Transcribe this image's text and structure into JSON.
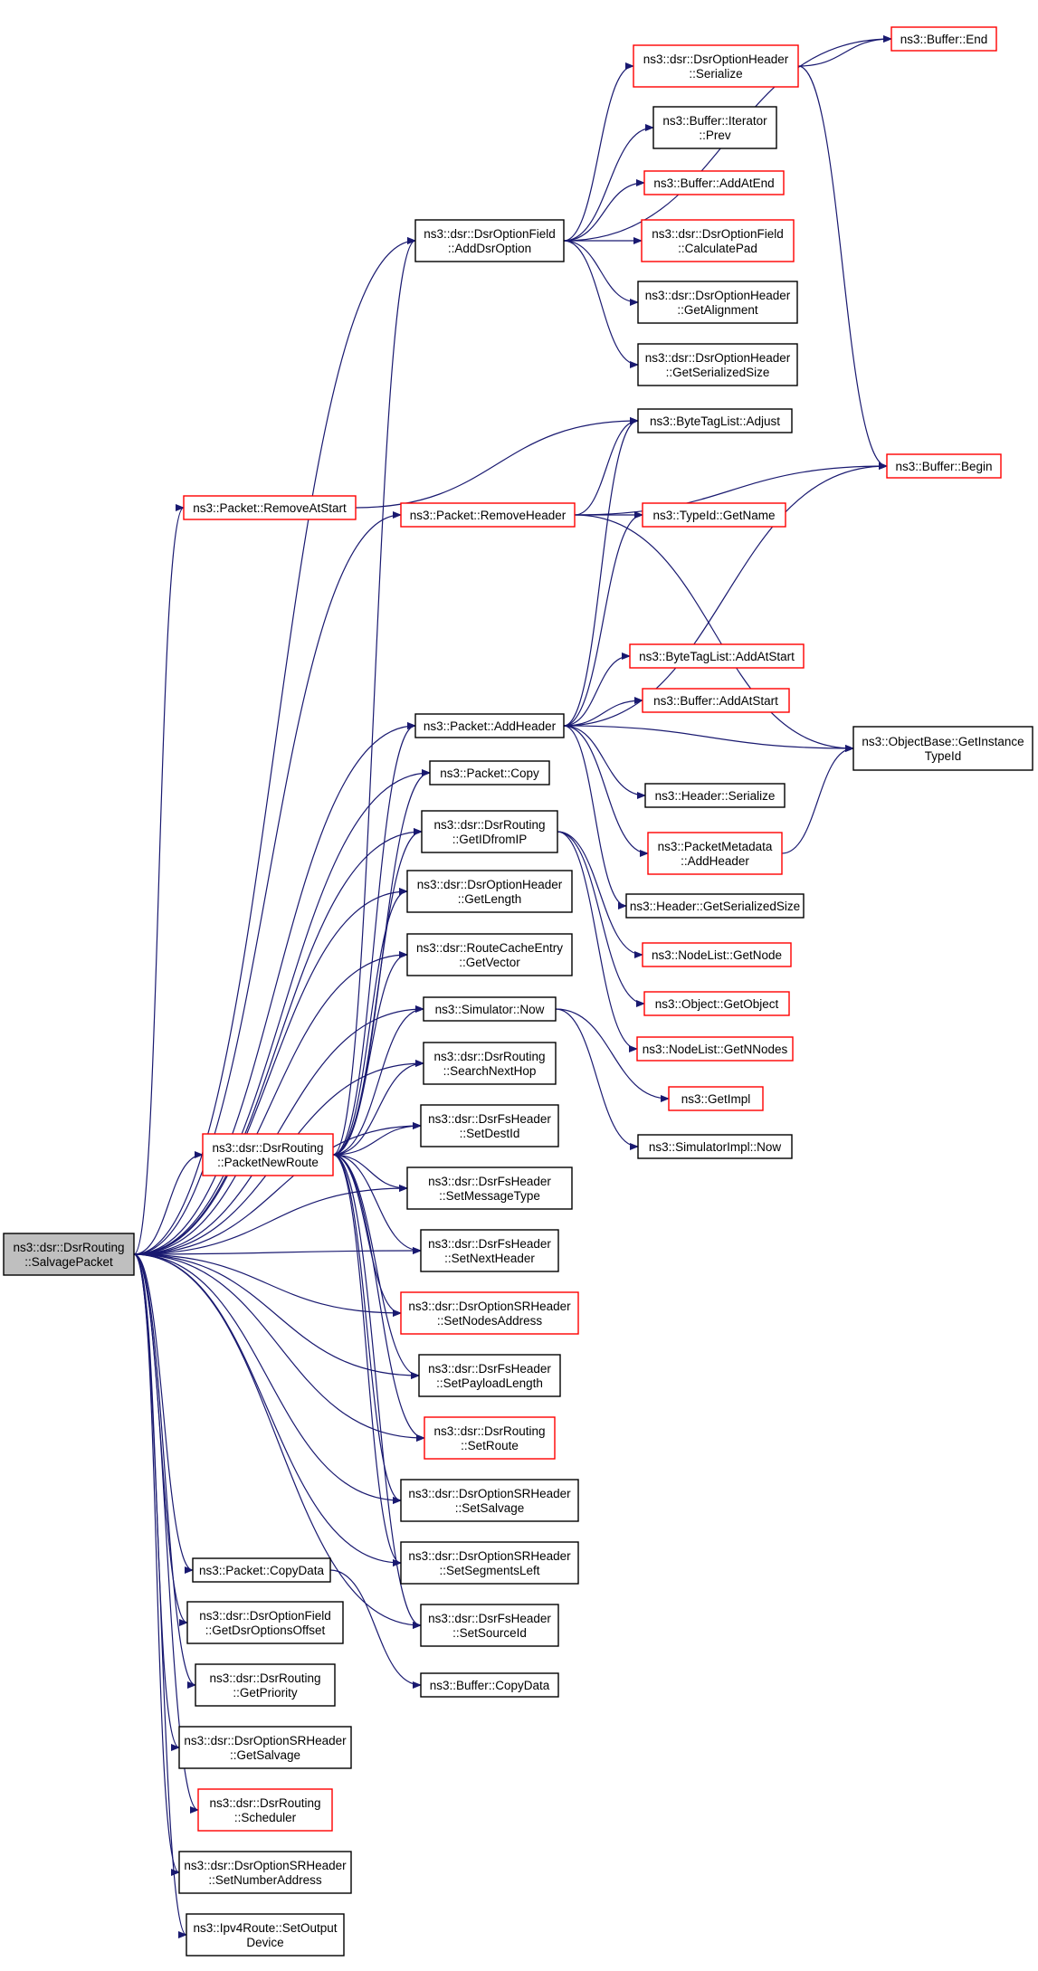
{
  "colors": {
    "edge": "#191970",
    "border_default": "#000000",
    "border_highlight": "#ff0000",
    "root_fill": "#bfbfbf",
    "node_fill": "#ffffff"
  },
  "nodes": [
    {
      "id": "salvage",
      "lines": [
        "ns3::dsr::DsrRouting",
        "::SalvagePacket"
      ],
      "style": "root"
    },
    {
      "id": "addDsrOption",
      "lines": [
        "ns3::dsr::DsrOptionField",
        "::AddDsrOption"
      ],
      "style": "black"
    },
    {
      "id": "optSerialize",
      "lines": [
        "ns3::dsr::DsrOptionHeader",
        "::Serialize"
      ],
      "style": "red"
    },
    {
      "id": "bufEnd",
      "lines": [
        "ns3::Buffer::End"
      ],
      "style": "red"
    },
    {
      "id": "iterPrev",
      "lines": [
        "ns3::Buffer::Iterator",
        "::Prev"
      ],
      "style": "black"
    },
    {
      "id": "bufAddAtEnd",
      "lines": [
        "ns3::Buffer::AddAtEnd"
      ],
      "style": "red"
    },
    {
      "id": "calcPad",
      "lines": [
        "ns3::dsr::DsrOptionField",
        "::CalculatePad"
      ],
      "style": "red"
    },
    {
      "id": "getAlign",
      "lines": [
        "ns3::dsr::DsrOptionHeader",
        "::GetAlignment"
      ],
      "style": "black"
    },
    {
      "id": "optGetSerSize",
      "lines": [
        "ns3::dsr::DsrOptionHeader",
        "::GetSerializedSize"
      ],
      "style": "black"
    },
    {
      "id": "btlAdjust",
      "lines": [
        "ns3::ByteTagList::Adjust"
      ],
      "style": "black"
    },
    {
      "id": "bufBegin",
      "lines": [
        "ns3::Buffer::Begin"
      ],
      "style": "red"
    },
    {
      "id": "pktRemoveAtStart",
      "lines": [
        "ns3::Packet::RemoveAtStart"
      ],
      "style": "red"
    },
    {
      "id": "pktRemoveHeader",
      "lines": [
        "ns3::Packet::RemoveHeader"
      ],
      "style": "red"
    },
    {
      "id": "typeIdGetName",
      "lines": [
        "ns3::TypeId::GetName"
      ],
      "style": "red"
    },
    {
      "id": "btlAddAtStart",
      "lines": [
        "ns3::ByteTagList::AddAtStart"
      ],
      "style": "red"
    },
    {
      "id": "bufAddAtStart",
      "lines": [
        "ns3::Buffer::AddAtStart"
      ],
      "style": "red"
    },
    {
      "id": "pktAddHeader",
      "lines": [
        "ns3::Packet::AddHeader"
      ],
      "style": "black"
    },
    {
      "id": "objGetInstTypeId",
      "lines": [
        "ns3::ObjectBase::GetInstance",
        "TypeId"
      ],
      "style": "black"
    },
    {
      "id": "pktCopy",
      "lines": [
        "ns3::Packet::Copy"
      ],
      "style": "black"
    },
    {
      "id": "hdrSerialize",
      "lines": [
        "ns3::Header::Serialize"
      ],
      "style": "black"
    },
    {
      "id": "getIdFromIp",
      "lines": [
        "ns3::dsr::DsrRouting",
        "::GetIDfromIP"
      ],
      "style": "black"
    },
    {
      "id": "pmAddHeader",
      "lines": [
        "ns3::PacketMetadata",
        "::AddHeader"
      ],
      "style": "red"
    },
    {
      "id": "optGetLength",
      "lines": [
        "ns3::dsr::DsrOptionHeader",
        "::GetLength"
      ],
      "style": "black"
    },
    {
      "id": "hdrGetSerSize",
      "lines": [
        "ns3::Header::GetSerializedSize"
      ],
      "style": "black"
    },
    {
      "id": "rceGetVector",
      "lines": [
        "ns3::dsr::RouteCacheEntry",
        "::GetVector"
      ],
      "style": "black"
    },
    {
      "id": "nlGetNode",
      "lines": [
        "ns3::NodeList::GetNode"
      ],
      "style": "red"
    },
    {
      "id": "simNow",
      "lines": [
        "ns3::Simulator::Now"
      ],
      "style": "black"
    },
    {
      "id": "objGetObject",
      "lines": [
        "ns3::Object::GetObject"
      ],
      "style": "red"
    },
    {
      "id": "searchNextHop",
      "lines": [
        "ns3::dsr::DsrRouting",
        "::SearchNextHop"
      ],
      "style": "black"
    },
    {
      "id": "nlGetNNodes",
      "lines": [
        "ns3::NodeList::GetNNodes"
      ],
      "style": "red"
    },
    {
      "id": "getImpl",
      "lines": [
        "ns3::GetImpl"
      ],
      "style": "red"
    },
    {
      "id": "setDestId",
      "lines": [
        "ns3::dsr::DsrFsHeader",
        "::SetDestId"
      ],
      "style": "black"
    },
    {
      "id": "packetNewRoute",
      "lines": [
        "ns3::dsr::DsrRouting",
        "::PacketNewRoute"
      ],
      "style": "red"
    },
    {
      "id": "simImplNow",
      "lines": [
        "ns3::SimulatorImpl::Now"
      ],
      "style": "black"
    },
    {
      "id": "setMsgType",
      "lines": [
        "ns3::dsr::DsrFsHeader",
        "::SetMessageType"
      ],
      "style": "black"
    },
    {
      "id": "setNextHeader",
      "lines": [
        "ns3::dsr::DsrFsHeader",
        "::SetNextHeader"
      ],
      "style": "black"
    },
    {
      "id": "setNodesAddr",
      "lines": [
        "ns3::dsr::DsrOptionSRHeader",
        "::SetNodesAddress"
      ],
      "style": "red"
    },
    {
      "id": "setPayloadLen",
      "lines": [
        "ns3::dsr::DsrFsHeader",
        "::SetPayloadLength"
      ],
      "style": "black"
    },
    {
      "id": "setRoute",
      "lines": [
        "ns3::dsr::DsrRouting",
        "::SetRoute"
      ],
      "style": "red"
    },
    {
      "id": "setSalvage",
      "lines": [
        "ns3::dsr::DsrOptionSRHeader",
        "::SetSalvage"
      ],
      "style": "black"
    },
    {
      "id": "pktCopyData",
      "lines": [
        "ns3::Packet::CopyData"
      ],
      "style": "black"
    },
    {
      "id": "setSegLeft",
      "lines": [
        "ns3::dsr::DsrOptionSRHeader",
        "::SetSegmentsLeft"
      ],
      "style": "black"
    },
    {
      "id": "getDsrOptOffset",
      "lines": [
        "ns3::dsr::DsrOptionField",
        "::GetDsrOptionsOffset"
      ],
      "style": "black"
    },
    {
      "id": "setSourceId",
      "lines": [
        "ns3::dsr::DsrFsHeader",
        "::SetSourceId"
      ],
      "style": "black"
    },
    {
      "id": "bufCopyData",
      "lines": [
        "ns3::Buffer::CopyData"
      ],
      "style": "black"
    },
    {
      "id": "getPriority",
      "lines": [
        "ns3::dsr::DsrRouting",
        "::GetPriority"
      ],
      "style": "black"
    },
    {
      "id": "getSalvage",
      "lines": [
        "ns3::dsr::DsrOptionSRHeader",
        "::GetSalvage"
      ],
      "style": "black"
    },
    {
      "id": "scheduler",
      "lines": [
        "ns3::dsr::DsrRouting",
        "::Scheduler"
      ],
      "style": "red"
    },
    {
      "id": "setNumberAddr",
      "lines": [
        "ns3::dsr::DsrOptionSRHeader",
        "::SetNumberAddress"
      ],
      "style": "black"
    },
    {
      "id": "setOutputDevice",
      "lines": [
        "ns3::Ipv4Route::SetOutput",
        "Device"
      ],
      "style": "black"
    }
  ],
  "edges": [
    [
      "salvage",
      "addDsrOption"
    ],
    [
      "salvage",
      "pktRemoveAtStart"
    ],
    [
      "salvage",
      "pktRemoveHeader"
    ],
    [
      "salvage",
      "pktAddHeader"
    ],
    [
      "salvage",
      "pktCopy"
    ],
    [
      "salvage",
      "getIdFromIp"
    ],
    [
      "salvage",
      "optGetLength"
    ],
    [
      "salvage",
      "rceGetVector"
    ],
    [
      "salvage",
      "simNow"
    ],
    [
      "salvage",
      "searchNextHop"
    ],
    [
      "salvage",
      "setDestId"
    ],
    [
      "salvage",
      "packetNewRoute"
    ],
    [
      "salvage",
      "setMsgType"
    ],
    [
      "salvage",
      "setNextHeader"
    ],
    [
      "salvage",
      "setNodesAddr"
    ],
    [
      "salvage",
      "setPayloadLen"
    ],
    [
      "salvage",
      "setRoute"
    ],
    [
      "salvage",
      "setSalvage"
    ],
    [
      "salvage",
      "setSegLeft"
    ],
    [
      "salvage",
      "setSourceId"
    ],
    [
      "salvage",
      "pktCopyData"
    ],
    [
      "salvage",
      "getDsrOptOffset"
    ],
    [
      "salvage",
      "getPriority"
    ],
    [
      "salvage",
      "getSalvage"
    ],
    [
      "salvage",
      "scheduler"
    ],
    [
      "salvage",
      "setNumberAddr"
    ],
    [
      "salvage",
      "setOutputDevice"
    ],
    [
      "addDsrOption",
      "optSerialize"
    ],
    [
      "addDsrOption",
      "bufEnd"
    ],
    [
      "addDsrOption",
      "iterPrev"
    ],
    [
      "addDsrOption",
      "bufAddAtEnd"
    ],
    [
      "addDsrOption",
      "calcPad"
    ],
    [
      "addDsrOption",
      "getAlign"
    ],
    [
      "addDsrOption",
      "optGetSerSize"
    ],
    [
      "optSerialize",
      "bufEnd"
    ],
    [
      "optSerialize",
      "bufBegin"
    ],
    [
      "pktRemoveAtStart",
      "btlAdjust"
    ],
    [
      "pktRemoveHeader",
      "btlAdjust"
    ],
    [
      "pktRemoveHeader",
      "bufBegin"
    ],
    [
      "pktRemoveHeader",
      "typeIdGetName"
    ],
    [
      "pktRemoveHeader",
      "objGetInstTypeId"
    ],
    [
      "pktAddHeader",
      "btlAdjust"
    ],
    [
      "pktAddHeader",
      "bufBegin"
    ],
    [
      "pktAddHeader",
      "typeIdGetName"
    ],
    [
      "pktAddHeader",
      "btlAddAtStart"
    ],
    [
      "pktAddHeader",
      "bufAddAtStart"
    ],
    [
      "pktAddHeader",
      "objGetInstTypeId"
    ],
    [
      "pktAddHeader",
      "hdrSerialize"
    ],
    [
      "pktAddHeader",
      "pmAddHeader"
    ],
    [
      "pktAddHeader",
      "hdrGetSerSize"
    ],
    [
      "pmAddHeader",
      "objGetInstTypeId"
    ],
    [
      "getIdFromIp",
      "nlGetNode"
    ],
    [
      "getIdFromIp",
      "objGetObject"
    ],
    [
      "getIdFromIp",
      "nlGetNNodes"
    ],
    [
      "simNow",
      "getImpl"
    ],
    [
      "simNow",
      "simImplNow"
    ],
    [
      "packetNewRoute",
      "addDsrOption"
    ],
    [
      "packetNewRoute",
      "pktAddHeader"
    ],
    [
      "packetNewRoute",
      "pktCopy"
    ],
    [
      "packetNewRoute",
      "getIdFromIp"
    ],
    [
      "packetNewRoute",
      "optGetLength"
    ],
    [
      "packetNewRoute",
      "rceGetVector"
    ],
    [
      "packetNewRoute",
      "simNow"
    ],
    [
      "packetNewRoute",
      "searchNextHop"
    ],
    [
      "packetNewRoute",
      "setDestId"
    ],
    [
      "packetNewRoute",
      "setMsgType"
    ],
    [
      "packetNewRoute",
      "setNextHeader"
    ],
    [
      "packetNewRoute",
      "setNodesAddr"
    ],
    [
      "packetNewRoute",
      "setPayloadLen"
    ],
    [
      "packetNewRoute",
      "setRoute"
    ],
    [
      "packetNewRoute",
      "setSalvage"
    ],
    [
      "packetNewRoute",
      "setSegLeft"
    ],
    [
      "packetNewRoute",
      "setSourceId"
    ],
    [
      "pktCopyData",
      "bufCopyData"
    ]
  ]
}
